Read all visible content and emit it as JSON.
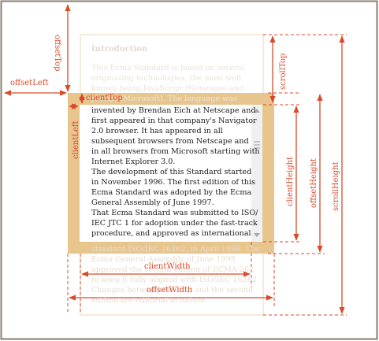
{
  "document": {
    "title": "Introduction",
    "scrolled_hidden_lines": [
      "This Ecma Standard is based on several",
      "originating technologies, the most well",
      "known being JavaScript (Netscape) and",
      "JScript (Microsoft). The language was"
    ],
    "visible_lines": [
      "invented by Brendan Eich at Netscape and",
      "first appeared in that company's Navigator",
      "2.0 browser. It has appeared in all",
      "subsequent browsers from Netscape and",
      "in all browsers from Microsoft starting with",
      "Internet Explorer 3.0.",
      "The development of this Standard started",
      "in November 1996. The first edition of this",
      "Ecma Standard was adopted by the Ecma",
      "General Assembly of June 1997.",
      "That Ecma Standard was submitted to ISO/",
      "IEC JTC 1 for adoption under the fast-track",
      "procedure, and approved as international"
    ],
    "below_lines": [
      "standard ISO/IEC 16262, in April 1998. The",
      "Ecma General Assembly of June 1998",
      "approved the second edition of ECMA-262",
      "to keep it fully aligned with ISO/IEC 16262.",
      "Changes between the first and the second",
      "edition are editorial in nature."
    ]
  },
  "labels": {
    "offset_top": "offsetTop",
    "offset_left": "offsetLeft",
    "client_top": "clientTop",
    "client_left": "clientLeft",
    "client_width": "clientWidth",
    "offset_width": "offsetWidth",
    "scroll_top": "scrollTop",
    "client_height": "clientHeight",
    "offset_height": "offsetHeight",
    "scroll_height": "scrollHeight"
  },
  "colors": {
    "frame_border": "#8a7e6b",
    "element_border": "#e8c58d",
    "element_content_outline": "#f0dcc0",
    "annotation": "#d94a2b",
    "scrollbar_track": "#f0f0f0",
    "scrollbar_arrow": "#a8a8a8"
  }
}
